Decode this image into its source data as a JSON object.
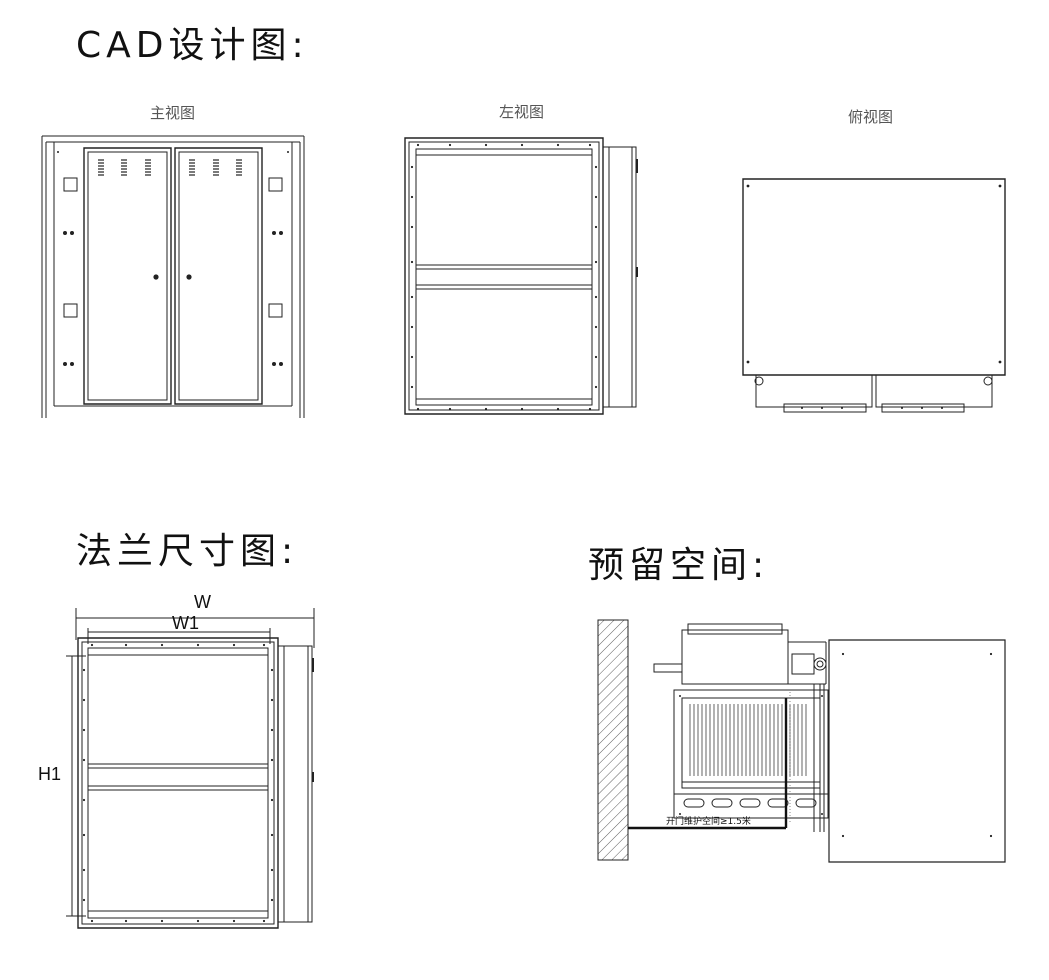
{
  "sections": {
    "cad_title": "CAD设计图:",
    "flange_title": "法兰尺寸图:",
    "space_title": "预留空间:"
  },
  "views": {
    "front": "主视图",
    "left": "左视图",
    "top": "俯视图"
  },
  "dimensions": {
    "w": "W",
    "w1": "W1",
    "h1": "H1"
  },
  "clearance_note": "开门维护空间≥1.5米"
}
